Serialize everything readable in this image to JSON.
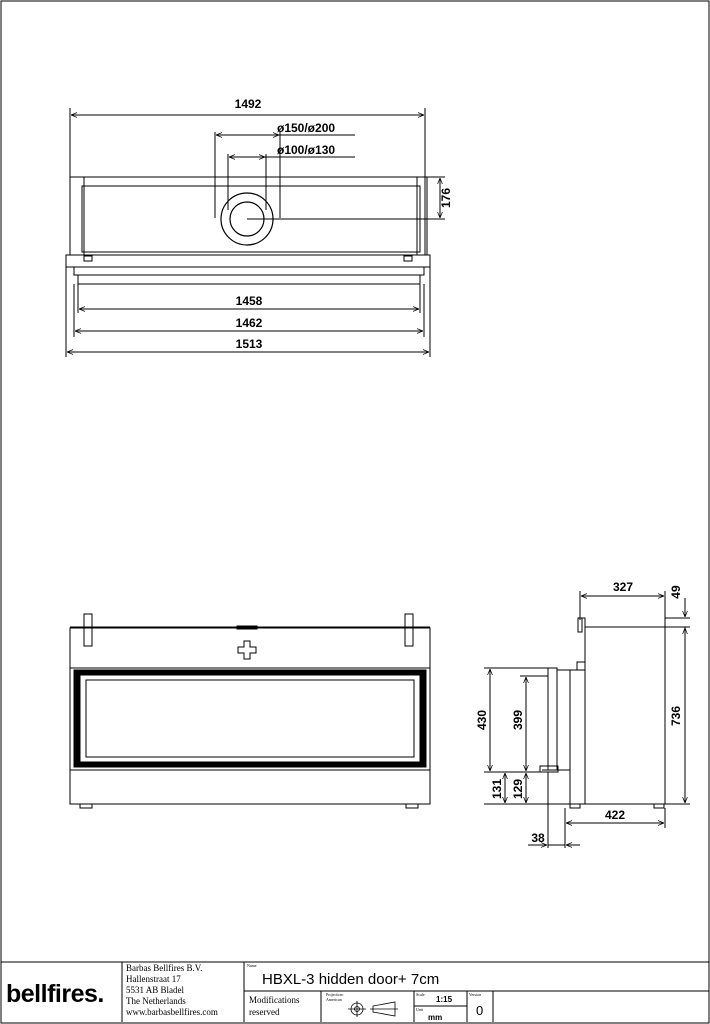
{
  "drawing": {
    "title": "HBXL-3 hidden door+ 7cm",
    "top_view": {
      "overall_width": "1492",
      "flue_outer": "ø150/ø200",
      "flue_inner": "ø100/ø130",
      "flue_offset": "176",
      "width_1458": "1458",
      "width_1462": "1462",
      "width_1513": "1513"
    },
    "side_view": {
      "depth_327": "327",
      "top_49": "49",
      "height_736": "736",
      "glass_430": "430",
      "glass_399": "399",
      "base_131": "131",
      "base_129": "129",
      "depth_422": "422",
      "frame_38": "38"
    }
  },
  "title_block": {
    "logo": "bellfires.",
    "company": "Barbas Bellfires B.V.",
    "street": "Hallenstraat 17",
    "postcode": "5531 AB Bladel",
    "country": "The Netherlands",
    "website": "www.barbasbellfires.com",
    "name_label": "Name",
    "modifications_line1": "Modifications",
    "modifications_line2": "reserved",
    "projection_label1": "Projection:",
    "projection_label2": "American",
    "scale_label": "Scale",
    "scale_value": "1:15",
    "version_label": "Version",
    "version_value": "0",
    "unit_label": "Unit",
    "unit_value": "mm"
  }
}
